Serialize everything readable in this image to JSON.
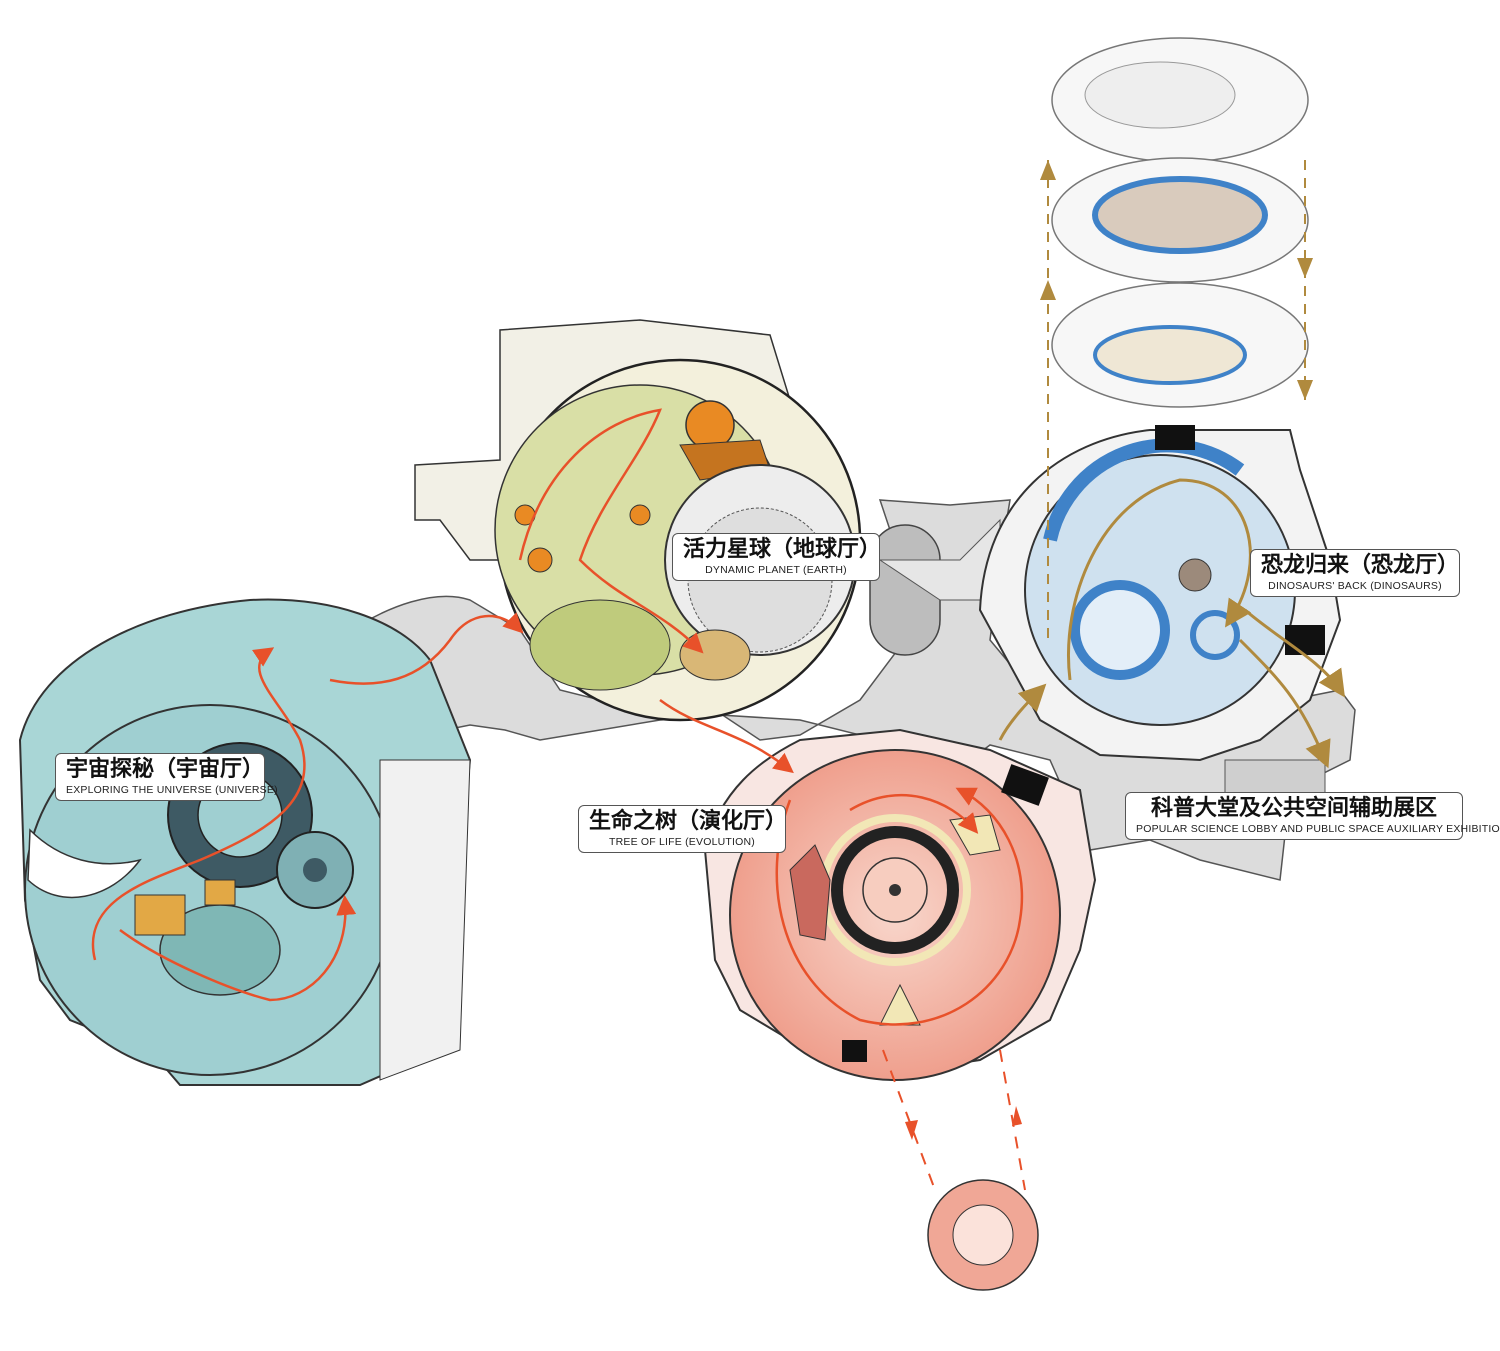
{
  "halls": [
    {
      "id": "universe",
      "name_cn": "宇宙探秘（宇宙厅）",
      "name_en": "EXPLORING THE UNIVERSE (UNIVERSE)",
      "color": "#9fcfd1"
    },
    {
      "id": "earth",
      "name_cn": "活力星球（地球厅）",
      "name_en": "DYNAMIC PLANET (EARTH)",
      "color": "#dfe4b0"
    },
    {
      "id": "dinosaur",
      "name_cn": "恐龙归来（恐龙厅）",
      "name_en": "DINOSAURS' BACK (DINOSAURS)",
      "color": "#cfe1ef"
    },
    {
      "id": "evolution",
      "name_cn": "生命之树（演化厅）",
      "name_en": "TREE OF LIFE (EVOLUTION)",
      "color": "#f1b2a3"
    },
    {
      "id": "lobby",
      "name_cn": "科普大堂及公共空间辅助展区",
      "name_en": "POPULAR SCIENCE LOBBY AND PUBLIC SPACE AUXILIARY EXHIBITION AREA",
      "color": "#dcdcdc"
    }
  ],
  "colors": {
    "route_main": "#e8512a",
    "route_dino": "#b08a3e",
    "lobby_fill": "#dcdcdc",
    "wall": "#333333",
    "dino_blue": "#3f82c8"
  }
}
